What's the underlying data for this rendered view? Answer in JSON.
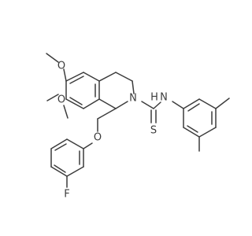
{
  "atoms": {
    "o1_label": "O",
    "o2_label": "O",
    "o3_label": "O",
    "n1_label": "N",
    "nh_label": "N",
    "h_label": "H",
    "s_label": "S",
    "f_label": "F"
  },
  "colors": {
    "bond": "#3c3c3c",
    "background": "#ffffff"
  }
}
